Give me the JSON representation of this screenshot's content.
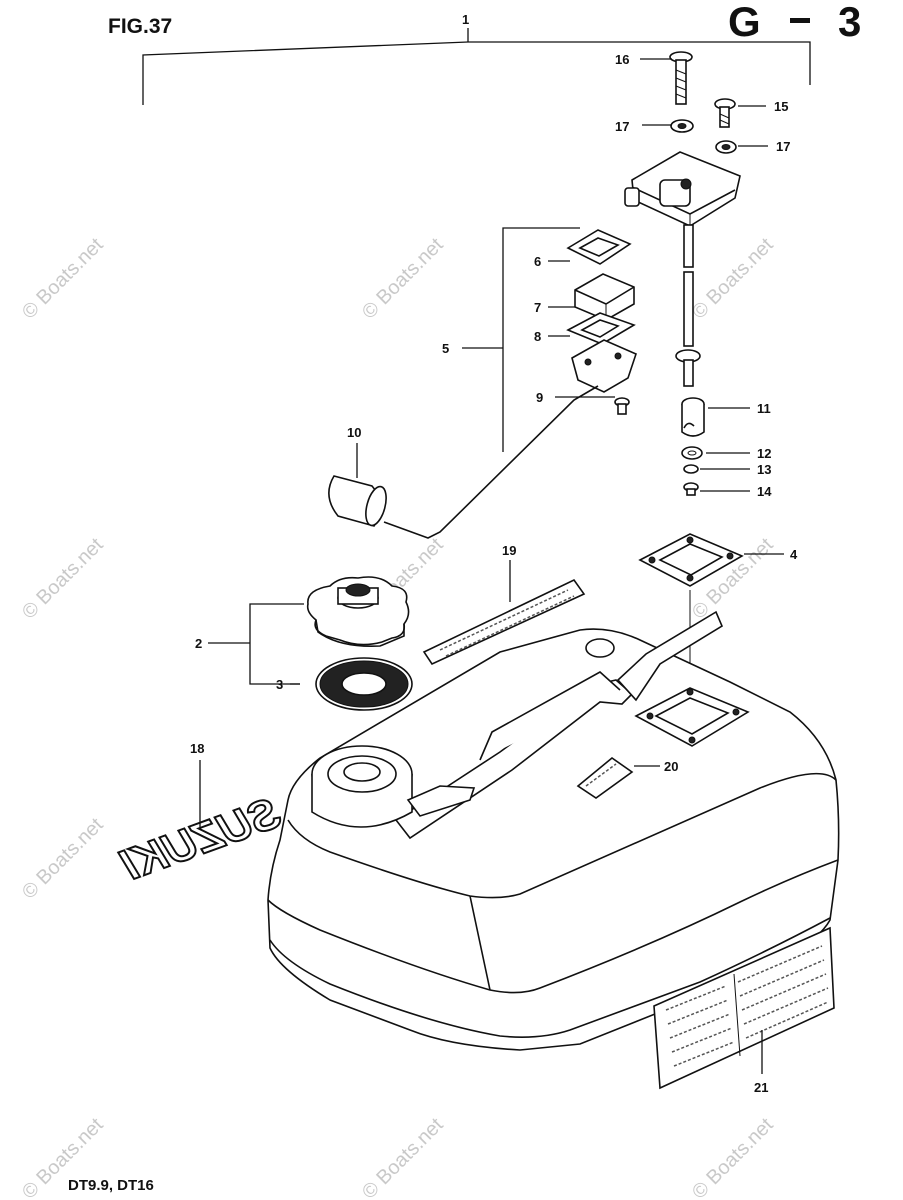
{
  "header": {
    "figure_label": "FIG.37",
    "group_code_letter": "G",
    "group_code_number": "3"
  },
  "footer": {
    "models": "DT9.9, DT16"
  },
  "callouts": [
    {
      "id": "c1",
      "label": "1"
    },
    {
      "id": "c2",
      "label": "2"
    },
    {
      "id": "c3",
      "label": "3"
    },
    {
      "id": "c4",
      "label": "4"
    },
    {
      "id": "c5",
      "label": "5"
    },
    {
      "id": "c6",
      "label": "6"
    },
    {
      "id": "c7",
      "label": "7"
    },
    {
      "id": "c8",
      "label": "8"
    },
    {
      "id": "c9",
      "label": "9"
    },
    {
      "id": "c10",
      "label": "10"
    },
    {
      "id": "c11",
      "label": "11"
    },
    {
      "id": "c12",
      "label": "12"
    },
    {
      "id": "c13",
      "label": "13"
    },
    {
      "id": "c14",
      "label": "14"
    },
    {
      "id": "c15",
      "label": "15"
    },
    {
      "id": "c16",
      "label": "16"
    },
    {
      "id": "c17a",
      "label": "17"
    },
    {
      "id": "c17b",
      "label": "17"
    },
    {
      "id": "c18",
      "label": "18"
    },
    {
      "id": "c19",
      "label": "19"
    },
    {
      "id": "c20",
      "label": "20"
    },
    {
      "id": "c21",
      "label": "21"
    }
  ],
  "emblem_text": "SUZUKI",
  "watermark": "© Boats.net"
}
